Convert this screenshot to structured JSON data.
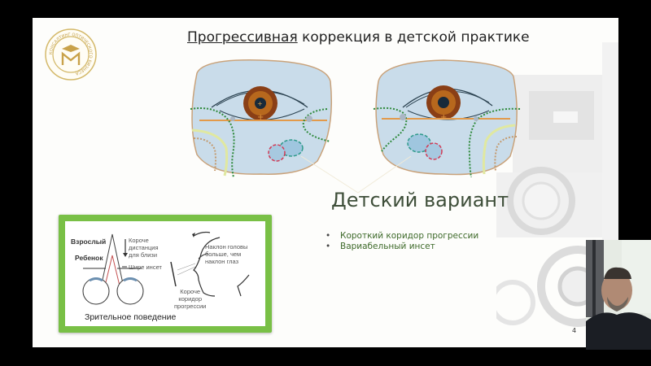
{
  "slide": {
    "title_underlined": "Прогрессивная",
    "title_rest": " коррекция в детской практике",
    "logo_text": "КОНСАЛТИНГ ОПТИЧЕСКОГО БИЗНЕСА",
    "subtitle": "Детский вариант",
    "bullets": [
      "Короткий коридор прогрессии",
      "Вариабельный инсет"
    ],
    "page_number": "4",
    "diagram": {
      "label_adult": "Взрослый",
      "label_child": "Ребенок",
      "label_shorter_distance": [
        "Короче",
        "дистанция",
        "для близи"
      ],
      "label_wider_inset": "Шире инсет",
      "label_head_tilt": [
        "Наклон головы",
        "больше, чем",
        "наклон глаз"
      ],
      "label_shorter_corridor": [
        "Короче",
        "коридор",
        "прогрессии"
      ],
      "caption": "Зрительное поведение"
    },
    "colors": {
      "lens_fill": "#c9dcea",
      "lens_border": "#c9a27a",
      "green_dotted": "#2f8a3c",
      "frame_green": "#79c046",
      "subtitle_color": "#3f4f3a",
      "bullet_color": "#3e6a2a"
    }
  },
  "webcam": {
    "label": "presenter-video"
  }
}
